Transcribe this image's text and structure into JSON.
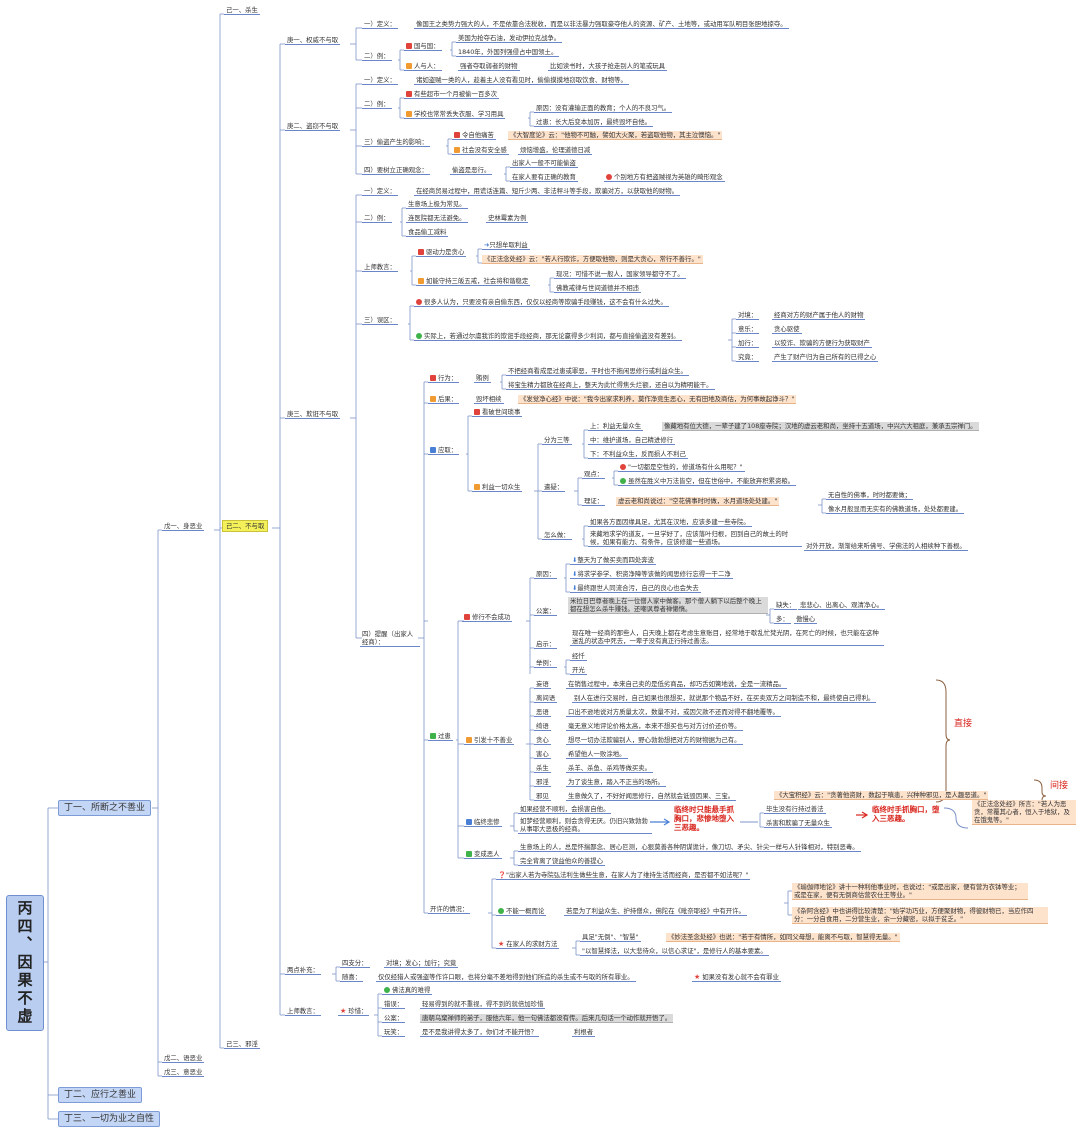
{
  "root": "丙四、因果不虚",
  "l1": [
    "丁一、所断之不善业",
    "丁二、应行之善业",
    "丁三、一切为业之自性"
  ],
  "wu": [
    "戊一、身恶业",
    "戊二、语恶业",
    "戊三、意恶业"
  ],
  "ji": [
    "己一、杀生",
    "己二、不与取",
    "己三、邪淫"
  ],
  "geng1": {
    "title": "庚一、权威不与取",
    "def_label": "一）定义：",
    "def": "像国王之类势力强大的人，不是依靠合法税收，而是以非法暴力强取豪夺他人的资源、矿产、土地等，或动用军队明目张胆地掠夺。",
    "ex_label": "二）例：",
    "guo": "国与国：",
    "guo_items": [
      "美国为抢夺石油，发动伊拉克战争。",
      "1840年，外国列强侵占中国领土。"
    ],
    "ren": "人与人：",
    "ren_items": [
      "强者夺取弱者的财物",
      "比如读书时，大孩子抢走别人的笔或玩具"
    ]
  },
  "geng2": {
    "title": "庚二、盗窃不与取",
    "def_label": "一）定义：",
    "def": "诸如盗贼一类的人，趁着主人没有看见时，偷偷摸摸地窃取饮食、财物等。",
    "ex_label": "二）例：",
    "ex1": "有些超市一个月被偷一百多次",
    "ex2": "学校也常常丢失衣服、学习用具",
    "ex2_a": "原因：没有灌输正面的教育；个人的不良习气。",
    "ex2_b": "过患：长大后变本加厉，最终毁坏自他。",
    "inf_label": "三）偷盗产生的影响：",
    "inf1": "令自他痛苦",
    "inf1_q": "《大智度论》云：\"他物不可触，譬如大火聚，若盗取他物，其主泣懊恼。\"",
    "inf2": "社会没有安全感",
    "inf2_a": "烦恼增盛，伦理道德日减",
    "vw_label": "四）要树立正确观念：",
    "vw": "偷盗是恶行。",
    "vw_a": "出家人一般不可能偷盗",
    "vw_b": "在家人要有正确的教育",
    "vw_c": "个别地方有把盗贼视为英雄的畸形观念"
  },
  "geng3": {
    "title": "庚三、欺诳不与取",
    "def_label": "一）定义：",
    "def": "在经商贸易过程中，用谎话连篇、短斤少两、非法秤斗等手段，欺骗对方，以获取他的财物。",
    "ex_label": "二）例：",
    "ex_items": [
      "生意场上极为常见。",
      "连医院都无法避免。",
      "食品偷工减料"
    ],
    "ex_side": "史林霉素为例",
    "up_label": "上师教言：",
    "up1": "驱动力是贪心",
    "up1_a": "只想牟取利益",
    "up1_q": "《正法念处经》云：\"若人行欺诈，方便取他物，则是大贪心，常行不善行。\"",
    "up2": "如能守持三皈五戒，社会将和谐稳定",
    "up2_a": "现况：可惜不说一般人，国家领导都守不了。",
    "up2_b": "佛教戒律与世间道德并不相违",
    "mis_label": "三）误区：",
    "mis1": "很多人认为，只要没有亲自偷东西，仅仅以经商等欺骗手段赚钱，这不会有什么过失。",
    "mis2": "实际上，若通过尔虞我诈的欺诳手段经商，那无论赢得多少利润，都与直接偷盗没有差别。",
    "mis_pairs": [
      [
        "对境：",
        "经商对方的财产属于他人的财物"
      ],
      [
        "意乐：",
        "贪心驱使"
      ],
      [
        "加行：",
        "以狡诈、欺骗的方便行为获取财产"
      ],
      [
        "究竟：",
        "产生了财产归为自己所有的已得之心"
      ]
    ],
    "rem_label": "四）提醒（出家人经商）："
  },
  "rem": {
    "xw": "行为：",
    "xw_a": "贿例",
    "xw_1": "不把经商看成是过患或罪恶，平时也不拖闲思修行或利益众生。",
    "xw_2": "将宝生精力都放在经商上，整天为此忙得焦头烂额，还自以为精明能干。",
    "hg": "后果：",
    "hg_a": "毁坏相续",
    "hg_q": "《发觉净心经》中说：\"我今出家求利养，莫作净竞生恶心，无有田地及商估，为何事故起诤斗？\"",
    "yq": "应取：",
    "yq1": "看破世间琐事",
    "yq2": "利益一切众生",
    "fs": "分为三等",
    "fs_items": [
      "上：利益无量众生",
      "中：维护道场，自己精进修行",
      "下：不利益众生，反而损人不利己"
    ],
    "fs_g": "像藏地有位大德，一辈子建了108座寺院；汉地的虚云老和尚，坐持十五道场，中兴六大祖庭，兼承五宗禅门。",
    "qy": "遣疑：",
    "gd": "观点：",
    "gd1": "\"一切都是空性的，修道场有什么用呢？\"",
    "gd2": "虽然在胜义中万法皆空，但在世俗中，不能放弃积累资粮。",
    "lz": "理证：",
    "lz_q": "虚云老和尚说过：\"空花佛事时时做，水月道场处处建。\"",
    "lz_1": "无自性的佛事，时时都要做；",
    "lz_2": "像水月般显而无实有的佛教道场，处处都要建。",
    "zmz": "怎么做：",
    "zmz1": "如果各方面因缘具足，尤其在汉地，应该多建一些寺院。",
    "zmz2": "来藏地求学的道友，一旦学好了，应该落叶归根，回到自己的故土的时候，如果有能力、有条件，应该修建一些道场。",
    "zmz3": "对外开放，渐渐给来听佛号、学佛法的人相续种下善根。",
    "xx": "修行不会成功",
    "yy": "原因：",
    "yy_items": [
      "整天为了做买卖而四处奔波",
      "将求学参学、积资净障等该做的闻思修行忘得一干二净",
      "最终跟世人同流合污，自己的良心也会失去"
    ],
    "ga": "公案：",
    "ga_g": "米拉日巴尊者晚上在一位僧人家中做客。那个僧人躺下以后整个晚上都在想怎么杀牛赚钱。还嘲讽尊者禅懒惰。",
    "qd": "缺失：",
    "qd_a": "悲悲心、出离心、观清净心。",
    "duo": "多：",
    "duo_a": "傲慢心",
    "qs": "启示：",
    "qs_a": "现在唯一经商的那些人，白天晚上都在考虑生意账目，经常地于歇乱忙梵光阴，在死亡的时候，也只能在这种迷乱的状态中死去，一辈子没有真正行持过善法。",
    "jl": "举例：",
    "jl_items": [
      "经忏",
      "开光"
    ]
  },
  "gh": {
    "title": "过患",
    "yf": "引发十不善业",
    "items": [
      [
        "妄语",
        "在销售过程中，本来自己卖的是低劣商品，却巧舌如簧地说，全是一流精品。"
      ],
      [
        "离间语",
        "别人在进行交易时，自己如果也很想买，就说那个物品不好，在买卖双方之间制造不和，最终使自己得利。"
      ],
      [
        "恶语",
        "口出不逊地说对方质量太次，数量不对，或因欠款不还而对得不翻地覆等。"
      ],
      [
        "绮语",
        "毫无意义地评论价格太高，本来不想买也与对方讨价还价等。"
      ],
      [
        "贪心",
        "想尽一切办法欺骗别人，野心勃勃想把对方的财物据为己有。"
      ],
      [
        "害心",
        "希望他人一败涂地。"
      ],
      [
        "杀生",
        "杀羊、杀鱼、杀鸡等做买卖。"
      ],
      [
        "邪淫",
        "为了谈生意，踏入不正当的场所。"
      ],
      [
        "邪见",
        "生意做久了，不好好闻思修行，自然就会诋毁因果、三宝。"
      ]
    ],
    "xj_q": "《大宝积经》云：\"贪著他资财，数起于嗔恚，兴种种邪见，是人趣恶道。\"",
    "zj": "直接",
    "jj": "间接",
    "lz": "临终悲惨",
    "lz1": "如果经营不顺利，会损害自他。",
    "lz2": "如梦经营顺利，则会贪得无厌。仍旧兴致勃勃从事耶大恶极的经商。",
    "lz_red": "临终时只能悬手抓胸口，悲惨地堕入三恶趣。",
    "hp1": "毕生没有行持过善法",
    "hp2": "杀害和欺骗了无量众生",
    "hp_red": "临终时手抓胸口，堕入三恶趣。",
    "hp_q": "《正法念处经》所言：\"若人为恶贪，常覆其心者，恒入于地狱，及在饿鬼等。\"",
    "bc": "变成恶人",
    "bc1": "生意场上的人，总是怀揣鄙念、居心叵测，心狠莫善各种阴谋诡计，像刀切、矛尖、针尖一样与人针锋相对，特别恶毒。",
    "bc2": "完全背离了饶益他众的善提心"
  },
  "kx": {
    "title": "开许的情况：",
    "q": "\"出家人若为寺院弘法利生做些生意，在家人为了维持生活而经商，是否都不如法呢？\"",
    "bn": "不能一概而论",
    "bn_a": "若是为了利益众生、护持僧众，佛陀在《毗奈耶经》中有开许。",
    "bn_q1": "《瑜伽师地论》讲十一种利他事业时，也说过：\"或是出家，便有营为衣钵等业；或是在家，便有无倒商估营农仕王等业。\"",
    "bn_q2": "《杂阿含经》中也讲得比较清楚：\"始学功巧业，方便聚财物，得彼财物已，当应作四分：一分自食用，二分营生业，余一分藏密，以拟于贫乏。\"",
    "zj": "在家人的求财方法",
    "zj_a": "具足\"无倒\"、\"智慧\"",
    "zj_q": "《妙法圣念处经》也说：\"若于有情所，如同父母想，能离不与取，智慧得无量。\"",
    "zj_b": "\"以智慧择法，以大悲待众，以信心求证\"，是修行人的基本要素。"
  },
  "ldbc": {
    "title": "两点补充：",
    "sz": "四支分：",
    "sz_a": "对境；发心；加行；究竟",
    "sl": "随喜：",
    "sl_a": "仅仅经猎人或强盗等作许口眼，也将分毫不差地得到他们所造的杀生或不与取的所有罪业。",
    "sl_b": "如果没有发心就不会有罪业"
  },
  "sjy": {
    "title": "上师教言：",
    "zx": "珍惜：",
    "items": [
      [
        "",
        "佛法真的难得"
      ],
      [
        "错误：",
        "轻易得到的就不重视，得不到的就倍加珍惜"
      ],
      [
        "公案：",
        "唐朝乌窠禅师的弟子，服他六年，他一句佛法都没有传。后来几句话一个动作就开悟了。"
      ],
      [
        "玩笑：",
        "是不是我讲得太多了，你们才不能开悟？"
      ]
    ],
    "wx_side": "利根者"
  }
}
